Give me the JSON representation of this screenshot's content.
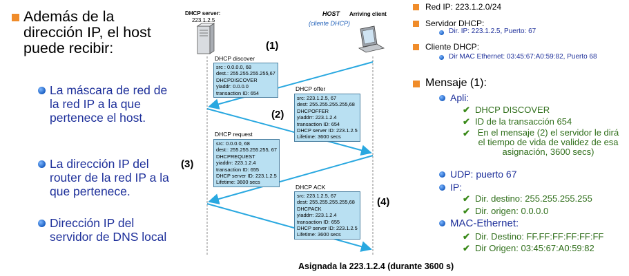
{
  "left": {
    "title": "Además de la dirección IP, el host puede recibir:",
    "items": [
      "La máscara de red de la red IP a la que pertenece el host.",
      "La dirección IP del router de la red IP a la que pertenece.",
      "Dirección IP del servidor de DNS local"
    ]
  },
  "diagram": {
    "server_label": "DHCP server:",
    "server_ip": "223.1.2.5",
    "host_label": "HOST",
    "arriving_label": "Arriving client",
    "client_label": "(cliente DHCP)",
    "step1": "(1)",
    "step2": "(2)",
    "step3": "(3)",
    "step4": "(4)",
    "msg1_title": "DHCP discover",
    "msg1_body": "src : 0.0.0.0, 68\ndest.: 255.255.255.255,67\nDHCPDISCOVER\nyiaddr: 0.0.0.0\ntransaction ID: 654",
    "msg2_title": "DHCP offer",
    "msg2_body": "src: 223.1.2.5, 67\ndest: 255.255.255.255,68\nDHCPOFFER\nyiaddrr: 223.1.2.4\ntransaction ID: 654\nDHCP server ID: 223.1.2.5\nLifetime: 3600 secs",
    "msg3_title": "DHCP request",
    "msg3_body": "src: 0.0.0.0, 68\ndest:: 255.255.255.255, 67\nDHCPREQUEST\nyiaddrr: 223.1.2.4\ntransaction ID: 655\nDHCP server ID: 223.1.2.5\nLifetime: 3600 secs",
    "msg4_title": "DHCP ACK",
    "msg4_body": "src: 223.1.2.5, 67\ndest: 255.255.255.255,68\nDHCPACK\nyiaddrr: 223.1.2.4\ntransaction ID: 655\nDHCP server ID: 223.1.2.5\nLifetime: 3600 secs",
    "footer": "Asignada la 223.1.2.4 (durante 3600 s)"
  },
  "right": {
    "red_ip": "Red IP: 223.1.2.0/24",
    "servidor_label": "Servidor DHCP:",
    "servidor_detail": "Dir. IP: 223.1.2.5, Puerto: 67",
    "cliente_label": "Cliente DHCP:",
    "cliente_detail": "Dir MAC Ethernet: 03:45:67:A0:59:82, Puerto 68",
    "mensaje": "Mensaje (1):",
    "apli": "Apli:",
    "apli_items": [
      "DHCP DISCOVER",
      "ID de la transacción  654",
      "En el mensaje (2) el servidor le dirá el tiempo de vida de validez de esa asignación, 3600 secs)"
    ],
    "udp": "UDP:  puerto 67",
    "ip": "IP:",
    "ip_items": [
      "Dir. destino: 255.255.255.255",
      "Dir. origen: 0.0.0.0"
    ],
    "mac": "MAC-Ethernet:",
    "mac_items": [
      "Dir. Destino: FF.FF:FF:FF:FF:FF",
      "Dir Origen: 03:45:67:A0:59:82"
    ]
  },
  "colors": {
    "bullet_orange": "#f08c2a",
    "text_blue": "#1d2f9a",
    "text_green": "#2f6e1a",
    "box_fill": "#b9e0f2",
    "arrow": "#29a8e0"
  }
}
